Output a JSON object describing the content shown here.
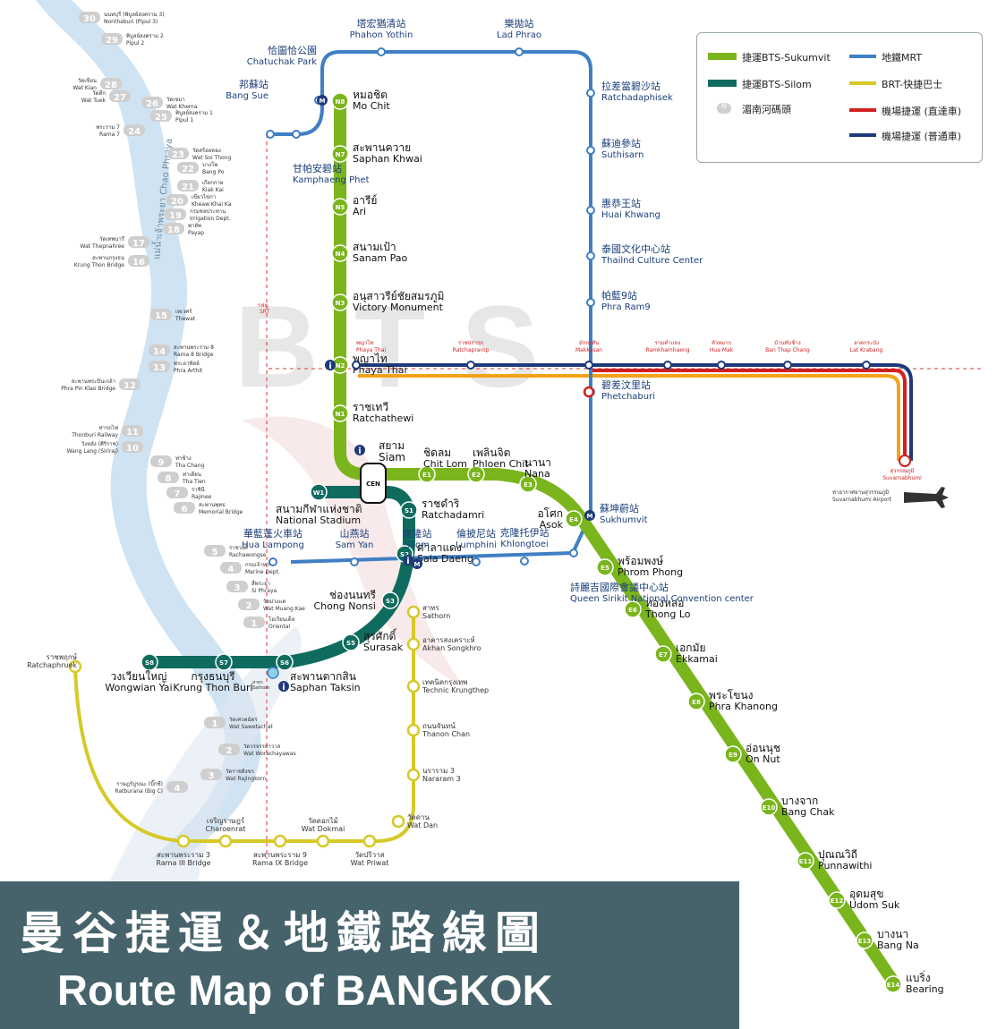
{
  "legend": {
    "sukhumvit": "捷運BTS-Sukumvit",
    "silom": "捷運BTS-Silom",
    "pier": "湄南河碼頭",
    "pier_badge": "N",
    "mrt": "地鐵MRT",
    "brt": "BRT-快捷巴士",
    "arl_express": "機場捷運 (直達車)",
    "arl_city": "機場捷運 (普通車)"
  },
  "colors": {
    "sukhumvit": "#7ab51d",
    "silom": "#0f6b5e",
    "mrt": "#3f7fc4",
    "brt": "#d6c928",
    "arl_express": "#d12020",
    "arl_city": "#1e3a7a",
    "airport_orange": "#f2a21b",
    "river": "#cfe3f2",
    "pier": "#cfcfcf"
  },
  "banner": {
    "title_zh": "曼谷捷運＆地鐵路線圖",
    "title_en": "Route Map of BANGKOK"
  },
  "watermark": "BTS",
  "river_label": "แม่น้ำเจ้าพระยา Chao Phraya",
  "sukhumvit_stations": [
    {
      "code": "N8",
      "th": "หมอชิต",
      "en": "Mo Chit"
    },
    {
      "code": "N7",
      "th": "สะพานควาย",
      "en": "Saphan Khwai"
    },
    {
      "code": "N5",
      "th": "อารีย์",
      "en": "Ari"
    },
    {
      "code": "N4",
      "th": "สนามเป้า",
      "en": "Sanam Pao"
    },
    {
      "code": "N3",
      "th": "อนุสาวรีย์ชัยสมรภูมิ",
      "en": "Victory Monument"
    },
    {
      "code": "N2",
      "th": "พญาไท",
      "en": "Phaya Thai"
    },
    {
      "code": "N1",
      "th": "ราชเทวี",
      "en": "Ratchathewi"
    },
    {
      "code": "CEN",
      "th": "สยาม",
      "en": "Siam"
    },
    {
      "code": "E1",
      "th": "ชิดลม",
      "en": "Chit Lom"
    },
    {
      "code": "E2",
      "th": "เพลินจิต",
      "en": "Phloen Chit"
    },
    {
      "code": "E3",
      "th": "นานา",
      "en": "Nana"
    },
    {
      "code": "E4",
      "th": "อโศก",
      "en": "Asok"
    },
    {
      "code": "E5",
      "th": "พร้อมพงษ์",
      "en": "Phrom Phong"
    },
    {
      "code": "E6",
      "th": "ทองหล่อ",
      "en": "Thong Lo"
    },
    {
      "code": "E7",
      "th": "เอกมัย",
      "en": "Ekkamai"
    },
    {
      "code": "E8",
      "th": "พระโขนง",
      "en": "Phra Khanong"
    },
    {
      "code": "E9",
      "th": "อ่อนนุช",
      "en": "On Nut"
    },
    {
      "code": "E10",
      "th": "บางจาก",
      "en": "Bang Chak"
    },
    {
      "code": "E11",
      "th": "ปุณณวิถี",
      "en": "Punnawithi"
    },
    {
      "code": "E12",
      "th": "อุดมสุข",
      "en": "Udom Suk"
    },
    {
      "code": "E13",
      "th": "บางนา",
      "en": "Bang Na"
    },
    {
      "code": "E14",
      "th": "แบริ่ง",
      "en": "Bearing"
    }
  ],
  "silom_stations": [
    {
      "code": "W1",
      "th": "สนามกีฬาแห่งชาติ",
      "en": "National Stadium"
    },
    {
      "code": "S1",
      "th": "ราชดำริ",
      "en": "Ratchadamri"
    },
    {
      "code": "S2",
      "th": "ศาลาแดง",
      "en": "Sala Daeng"
    },
    {
      "code": "S3",
      "th": "ช่องนนทรี",
      "en": "Chong Nonsi"
    },
    {
      "code": "S5",
      "th": "สุรศักดิ์",
      "en": "Surasak"
    },
    {
      "code": "S6",
      "th": "สะพานตากสิน",
      "en": "Saphan Taksin"
    },
    {
      "code": "S7",
      "th": "กรุงธนบุรี",
      "en": "Krung Thon Buri"
    },
    {
      "code": "S8",
      "th": "วงเวียนใหญ่",
      "en": "Wongwian Yai"
    }
  ],
  "mrt_stations": [
    {
      "zh": "塔宏猶清站",
      "en": "Phahon Yothin"
    },
    {
      "zh": "樂拋站",
      "en": "Lad Phrao"
    },
    {
      "zh": "拉差當碧沙站",
      "en": "Ratchadaphisek"
    },
    {
      "zh": "蘇迪參站",
      "en": "Suthisarn"
    },
    {
      "zh": "惠恭王站",
      "en": "Huai Khwang"
    },
    {
      "zh": "泰國文化中心站",
      "en": "Thailnd Culture Center"
    },
    {
      "zh": "帕藍9站",
      "en": "Phra Ram9"
    },
    {
      "zh": "碧差汶里站",
      "en": "Phetchaburi"
    },
    {
      "zh": "蘇坤蔚站",
      "en": "Sukhumvit"
    },
    {
      "zh": "詩麗吉國際會議中心站",
      "en": "Queen Sirikit National Convention center"
    },
    {
      "zh": "克隆托伊站",
      "en": "Khlongtoei"
    },
    {
      "zh": "倫披尼站",
      "en": "Lumphini"
    },
    {
      "zh": "席隆站",
      "en": "Silom"
    },
    {
      "zh": "山燕站",
      "en": "Sam Yan"
    },
    {
      "zh": "華藍蓬火車站",
      "en": "Hua Lampong"
    },
    {
      "zh": "甘帕安碧站",
      "en": "Kamphaeng Phet"
    },
    {
      "zh": "恰圖恰公園",
      "en": "Chatuchak Park"
    },
    {
      "zh": "邦蘇站",
      "en": "Bang Sue"
    }
  ],
  "brt_stations": [
    {
      "th": "สาทร",
      "en": "Sathorn"
    },
    {
      "th": "อาคารสงเคราะห์",
      "en": "Akhan Songkhro"
    },
    {
      "th": "เทคนิคกรุงเทพ",
      "en": "Technic Krungthep"
    },
    {
      "th": "ถนนจันทน์",
      "en": "Thanon Chan"
    },
    {
      "th": "นราราม 3",
      "en": "Nararam 3"
    },
    {
      "th": "วัดด่าน",
      "en": "Wat Dan"
    },
    {
      "th": "วัดปริวาส",
      "en": "Wat Priwat"
    },
    {
      "th": "วัดดอกไม้",
      "en": "Wat Dokmai"
    },
    {
      "th": "สะพานพระราม 9",
      "en": "Rama IX Bridge"
    },
    {
      "th": "เจริญราษฎร์",
      "en": "Charoenrat"
    },
    {
      "th": "สะพานพระราม 3",
      "en": "Rama III Bridge"
    },
    {
      "th": "ราชพฤกษ์",
      "en": "Ratchaphruek"
    }
  ],
  "airport_stations": [
    {
      "th": "พญาไท",
      "en": "Phaya Thai"
    },
    {
      "th": "ราชปรารภ",
      "en": "Ratchaprarop"
    },
    {
      "th": "มักกะสัน",
      "en": "Makkasan"
    },
    {
      "th": "รามคำแหง",
      "en": "Ramkhamhaeng"
    },
    {
      "th": "หัวหมาก",
      "en": "Hua Mak"
    },
    {
      "th": "บ้านทับช้าง",
      "en": "Ban Thap Chang"
    },
    {
      "th": "ลาดกระบัง",
      "en": "Lat Krabang"
    },
    {
      "th": "สุวรรณภูมิ",
      "en": "Suvarnabhumi"
    }
  ],
  "airport_label": {
    "th": "ท่าอากาศยานสุวรรณภูมิ",
    "en": "Suvarnabhumi Airport"
  },
  "srt_label": {
    "th": "รฟท.",
    "en": "SRT"
  },
  "piers": [
    {
      "n": "30",
      "th": "นนทบุรี (พิบูลย์สงคราม 3)",
      "en": "Nonthaburi (Pipul 3)"
    },
    {
      "n": "29",
      "th": "พิบูลย์สงคราม 2",
      "en": "Pipul 2"
    },
    {
      "n": "28",
      "th": "วัดเขียน",
      "en": "Wat Kian"
    },
    {
      "n": "27",
      "th": "วัดตึก",
      "en": "Wat Tuek"
    },
    {
      "n": "26",
      "th": "วัดเขมา",
      "en": "Wat Khema"
    },
    {
      "n": "25",
      "th": "พิบูลย์สงคราม 1",
      "en": "Pipul 1"
    },
    {
      "n": "24",
      "th": "พระราม 7",
      "en": "Rama 7"
    },
    {
      "n": "23",
      "th": "วัดสร้อยทอง",
      "en": "Wat Soi Thong"
    },
    {
      "n": "22",
      "th": "บางโพ",
      "en": "Bang Po"
    },
    {
      "n": "21",
      "th": "เกียกกาย",
      "en": "Kiak Kai"
    },
    {
      "n": "20",
      "th": "เขียวไข่กา",
      "en": "Kheaw Khai Ka"
    },
    {
      "n": "19",
      "th": "กรมชลประทาน",
      "en": "Irrigation Dept."
    },
    {
      "n": "18",
      "th": "พายัพ",
      "en": "Payap"
    },
    {
      "n": "17",
      "th": "วัดเทพนารี",
      "en": "Wat Thepnahree"
    },
    {
      "n": "16",
      "th": "สะพานกรุงธน",
      "en": "Krung Thon Bridge"
    },
    {
      "n": "15",
      "th": "เทเวศร์",
      "en": "Thewat"
    },
    {
      "n": "14",
      "th": "สะพานพระราม 8",
      "en": "Rama 8 Bridge"
    },
    {
      "n": "13",
      "th": "พระอาทิตย์",
      "en": "Phra Arthit"
    },
    {
      "n": "12",
      "th": "สะพานพระปิ่นเกล้า",
      "en": "Phra Pin Klao Bridge"
    },
    {
      "n": "11",
      "th": "ท่ารถไฟ",
      "en": "Thonburi Railway"
    },
    {
      "n": "10",
      "th": "วังหลัง (ศิริราช)",
      "en": "Wang Lang (Siriraj)"
    },
    {
      "n": "9",
      "th": "ท่าช้าง",
      "en": "Tha Chang"
    },
    {
      "n": "8",
      "th": "ท่าเตียน",
      "en": "Tha Tien"
    },
    {
      "n": "7",
      "th": "ราชินี",
      "en": "Rajinee"
    },
    {
      "n": "6",
      "th": "สะพานพุทธ",
      "en": "Memorial Bridge"
    },
    {
      "n": "5",
      "th": "ราชวงศ์",
      "en": "Rachawongse"
    },
    {
      "n": "4",
      "th": "กรมเจ้าท่า",
      "en": "Marine Dept."
    },
    {
      "n": "3",
      "th": "สี่พระยา",
      "en": "Si Phraya"
    },
    {
      "n": "2",
      "th": "วัดม่วงแค",
      "en": "Wat Muang Kae"
    },
    {
      "n": "1",
      "th": "โอเรียนเต็ล",
      "en": "Oriental"
    },
    {
      "n": "1",
      "th": "วัดเศวตฉัตร",
      "en": "Wat Sawetachat"
    },
    {
      "n": "2",
      "th": "วัดวรจรรยาวาส",
      "en": "Wat Worachayawas"
    },
    {
      "n": "3",
      "th": "วัดราชสิงขร",
      "en": "Wat Rajingkorn"
    },
    {
      "n": "4",
      "th": "ราษฎร์บูรณะ (บิ๊กซี)",
      "en": "Ratburana (Big C)"
    }
  ],
  "sathorn_pier": {
    "th": "สาทร",
    "en": "Sathorn"
  },
  "info_icon": "i",
  "mrt_badge": "M"
}
